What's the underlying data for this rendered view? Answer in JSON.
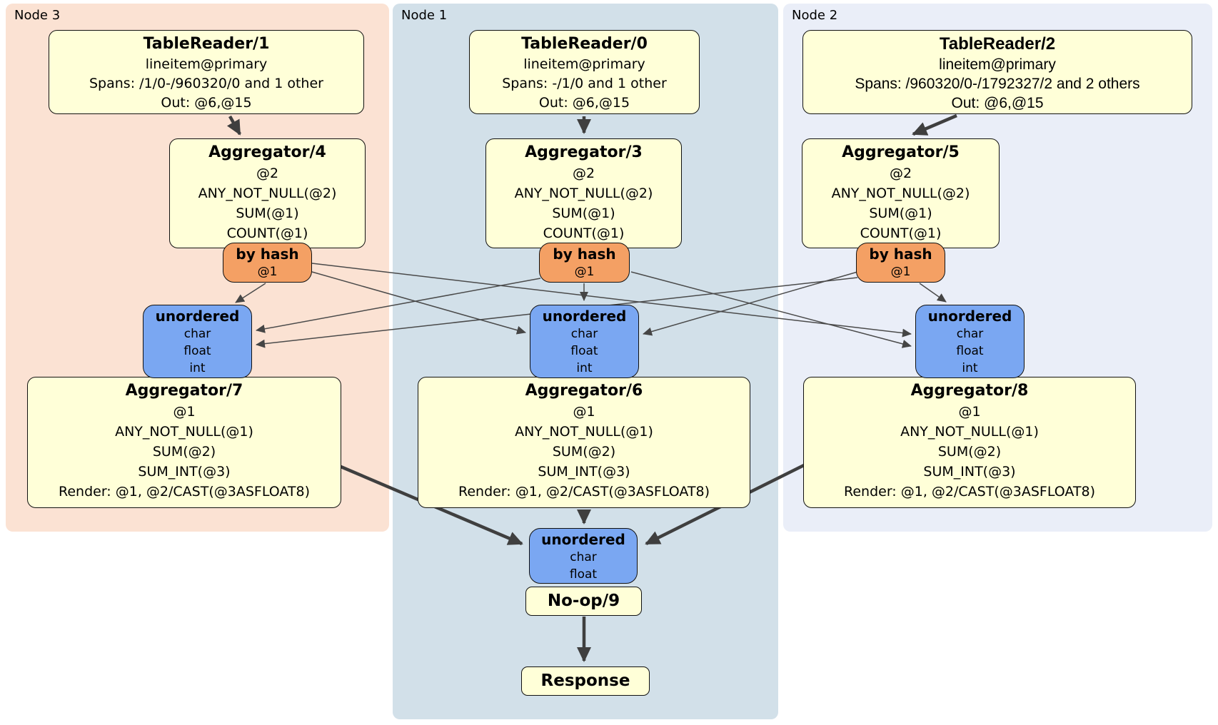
{
  "colors": {
    "node3_panel": "#fbe2d3",
    "node1_panel": "#d2e0e9",
    "node2_panel": "#eaeef8",
    "processor_box": "#ffffd8",
    "hash_router": "#f4a064",
    "sync_box": "#7aa7f2",
    "edge": "#454545"
  },
  "node3": {
    "label": "Node 3",
    "reader": {
      "title": "TableReader/1",
      "lines": [
        "lineitem@primary",
        "Spans: /1/0-/960320/0 and 1 other",
        "Out: @6,@15"
      ]
    },
    "agg_first": {
      "title": "Aggregator/4",
      "lines": [
        "@2",
        "ANY_NOT_NULL(@2)",
        "SUM(@1)",
        "COUNT(@1)"
      ]
    },
    "hash_router": {
      "title": "by hash",
      "key": "@1"
    },
    "sync": {
      "title": "unordered",
      "types": [
        "char",
        "float",
        "int"
      ]
    },
    "agg_final": {
      "title": "Aggregator/7",
      "lines": [
        "@1",
        "ANY_NOT_NULL(@1)",
        "SUM(@2)",
        "SUM_INT(@3)",
        "Render: @1, @2/CAST(@3ASFLOAT8)"
      ]
    }
  },
  "node1": {
    "label": "Node 1",
    "reader": {
      "title": "TableReader/0",
      "lines": [
        "lineitem@primary",
        "Spans: -/1/0 and 1 other",
        "Out: @6,@15"
      ]
    },
    "agg_first": {
      "title": "Aggregator/3",
      "lines": [
        "@2",
        "ANY_NOT_NULL(@2)",
        "SUM(@1)",
        "COUNT(@1)"
      ]
    },
    "hash_router": {
      "title": "by hash",
      "key": "@1"
    },
    "sync": {
      "title": "unordered",
      "types": [
        "char",
        "float",
        "int"
      ]
    },
    "agg_final": {
      "title": "Aggregator/6",
      "lines": [
        "@1",
        "ANY_NOT_NULL(@1)",
        "SUM(@2)",
        "SUM_INT(@3)",
        "Render: @1, @2/CAST(@3ASFLOAT8)"
      ]
    },
    "final_sync": {
      "title": "unordered",
      "types": [
        "char",
        "float"
      ]
    },
    "noop": {
      "title": "No-op/9"
    },
    "response": {
      "title": "Response"
    }
  },
  "node2": {
    "label": "Node 2",
    "reader": {
      "title": "TableReader/2",
      "lines": [
        "lineitem@primary",
        "Spans: /960320/0-/1792327/2 and 2 others",
        "Out: @6,@15"
      ]
    },
    "agg_first": {
      "title": "Aggregator/5",
      "lines": [
        "@2",
        "ANY_NOT_NULL(@2)",
        "SUM(@1)",
        "COUNT(@1)"
      ]
    },
    "hash_router": {
      "title": "by hash",
      "key": "@1"
    },
    "sync": {
      "title": "unordered",
      "types": [
        "char",
        "float",
        "int"
      ]
    },
    "agg_final": {
      "title": "Aggregator/8",
      "lines": [
        "@1",
        "ANY_NOT_NULL(@1)",
        "SUM(@2)",
        "SUM_INT(@3)",
        "Render: @1, @2/CAST(@3ASFLOAT8)"
      ]
    }
  }
}
